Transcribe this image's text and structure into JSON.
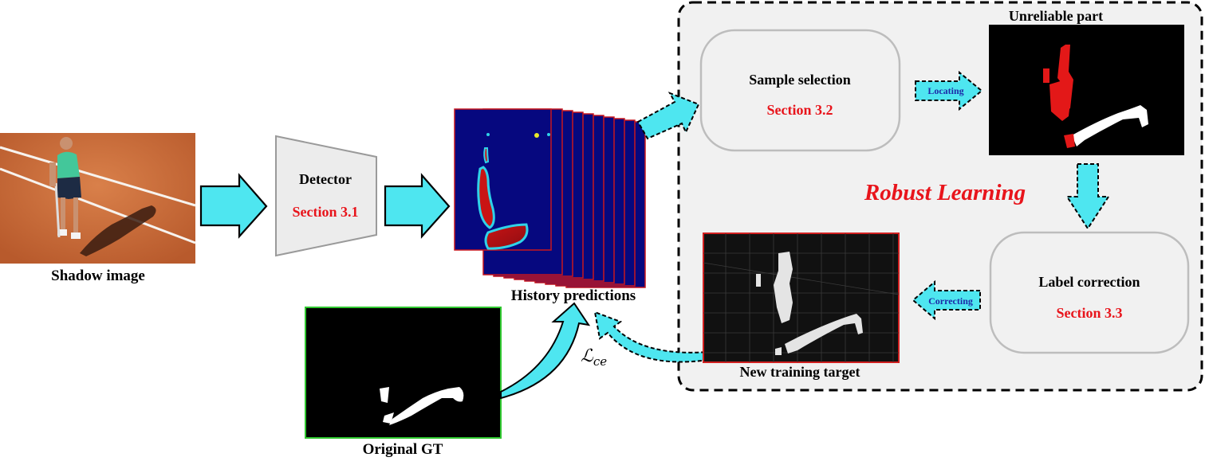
{
  "labels": {
    "shadow_image": "Shadow image",
    "detector": "Detector",
    "section_31": "Section 3.1",
    "history_predictions": "History predictions",
    "original_gt": "Original GT",
    "loss": "ℒce",
    "loss_main": "ℒ",
    "loss_sub": "ce",
    "sample_selection": "Sample selection",
    "section_32": "Section 3.2",
    "unreliable_part": "Unreliable part",
    "locating": "Locating",
    "robust_learning": "Robust Learning",
    "label_correction": "Label correction",
    "section_33": "Section 3.3",
    "correcting": "Correcting",
    "new_training_target": "New training target"
  },
  "colors": {
    "arrow_fill": "#4ee6f0",
    "section_red": "#e8141b",
    "robust_panel_bg": "#f1f1f1",
    "heatmap_blue": "#06087f",
    "heatmap_red": "#b8131a",
    "gt_border": "#2fc72f",
    "target_border": "#d12020",
    "court_orange": "#c96a38"
  },
  "icons": {
    "solid_arrow": "right-arrow-icon",
    "dashed_arrow": "dashed-arrow-icon",
    "detector": "trapezoid-encoder-icon"
  }
}
